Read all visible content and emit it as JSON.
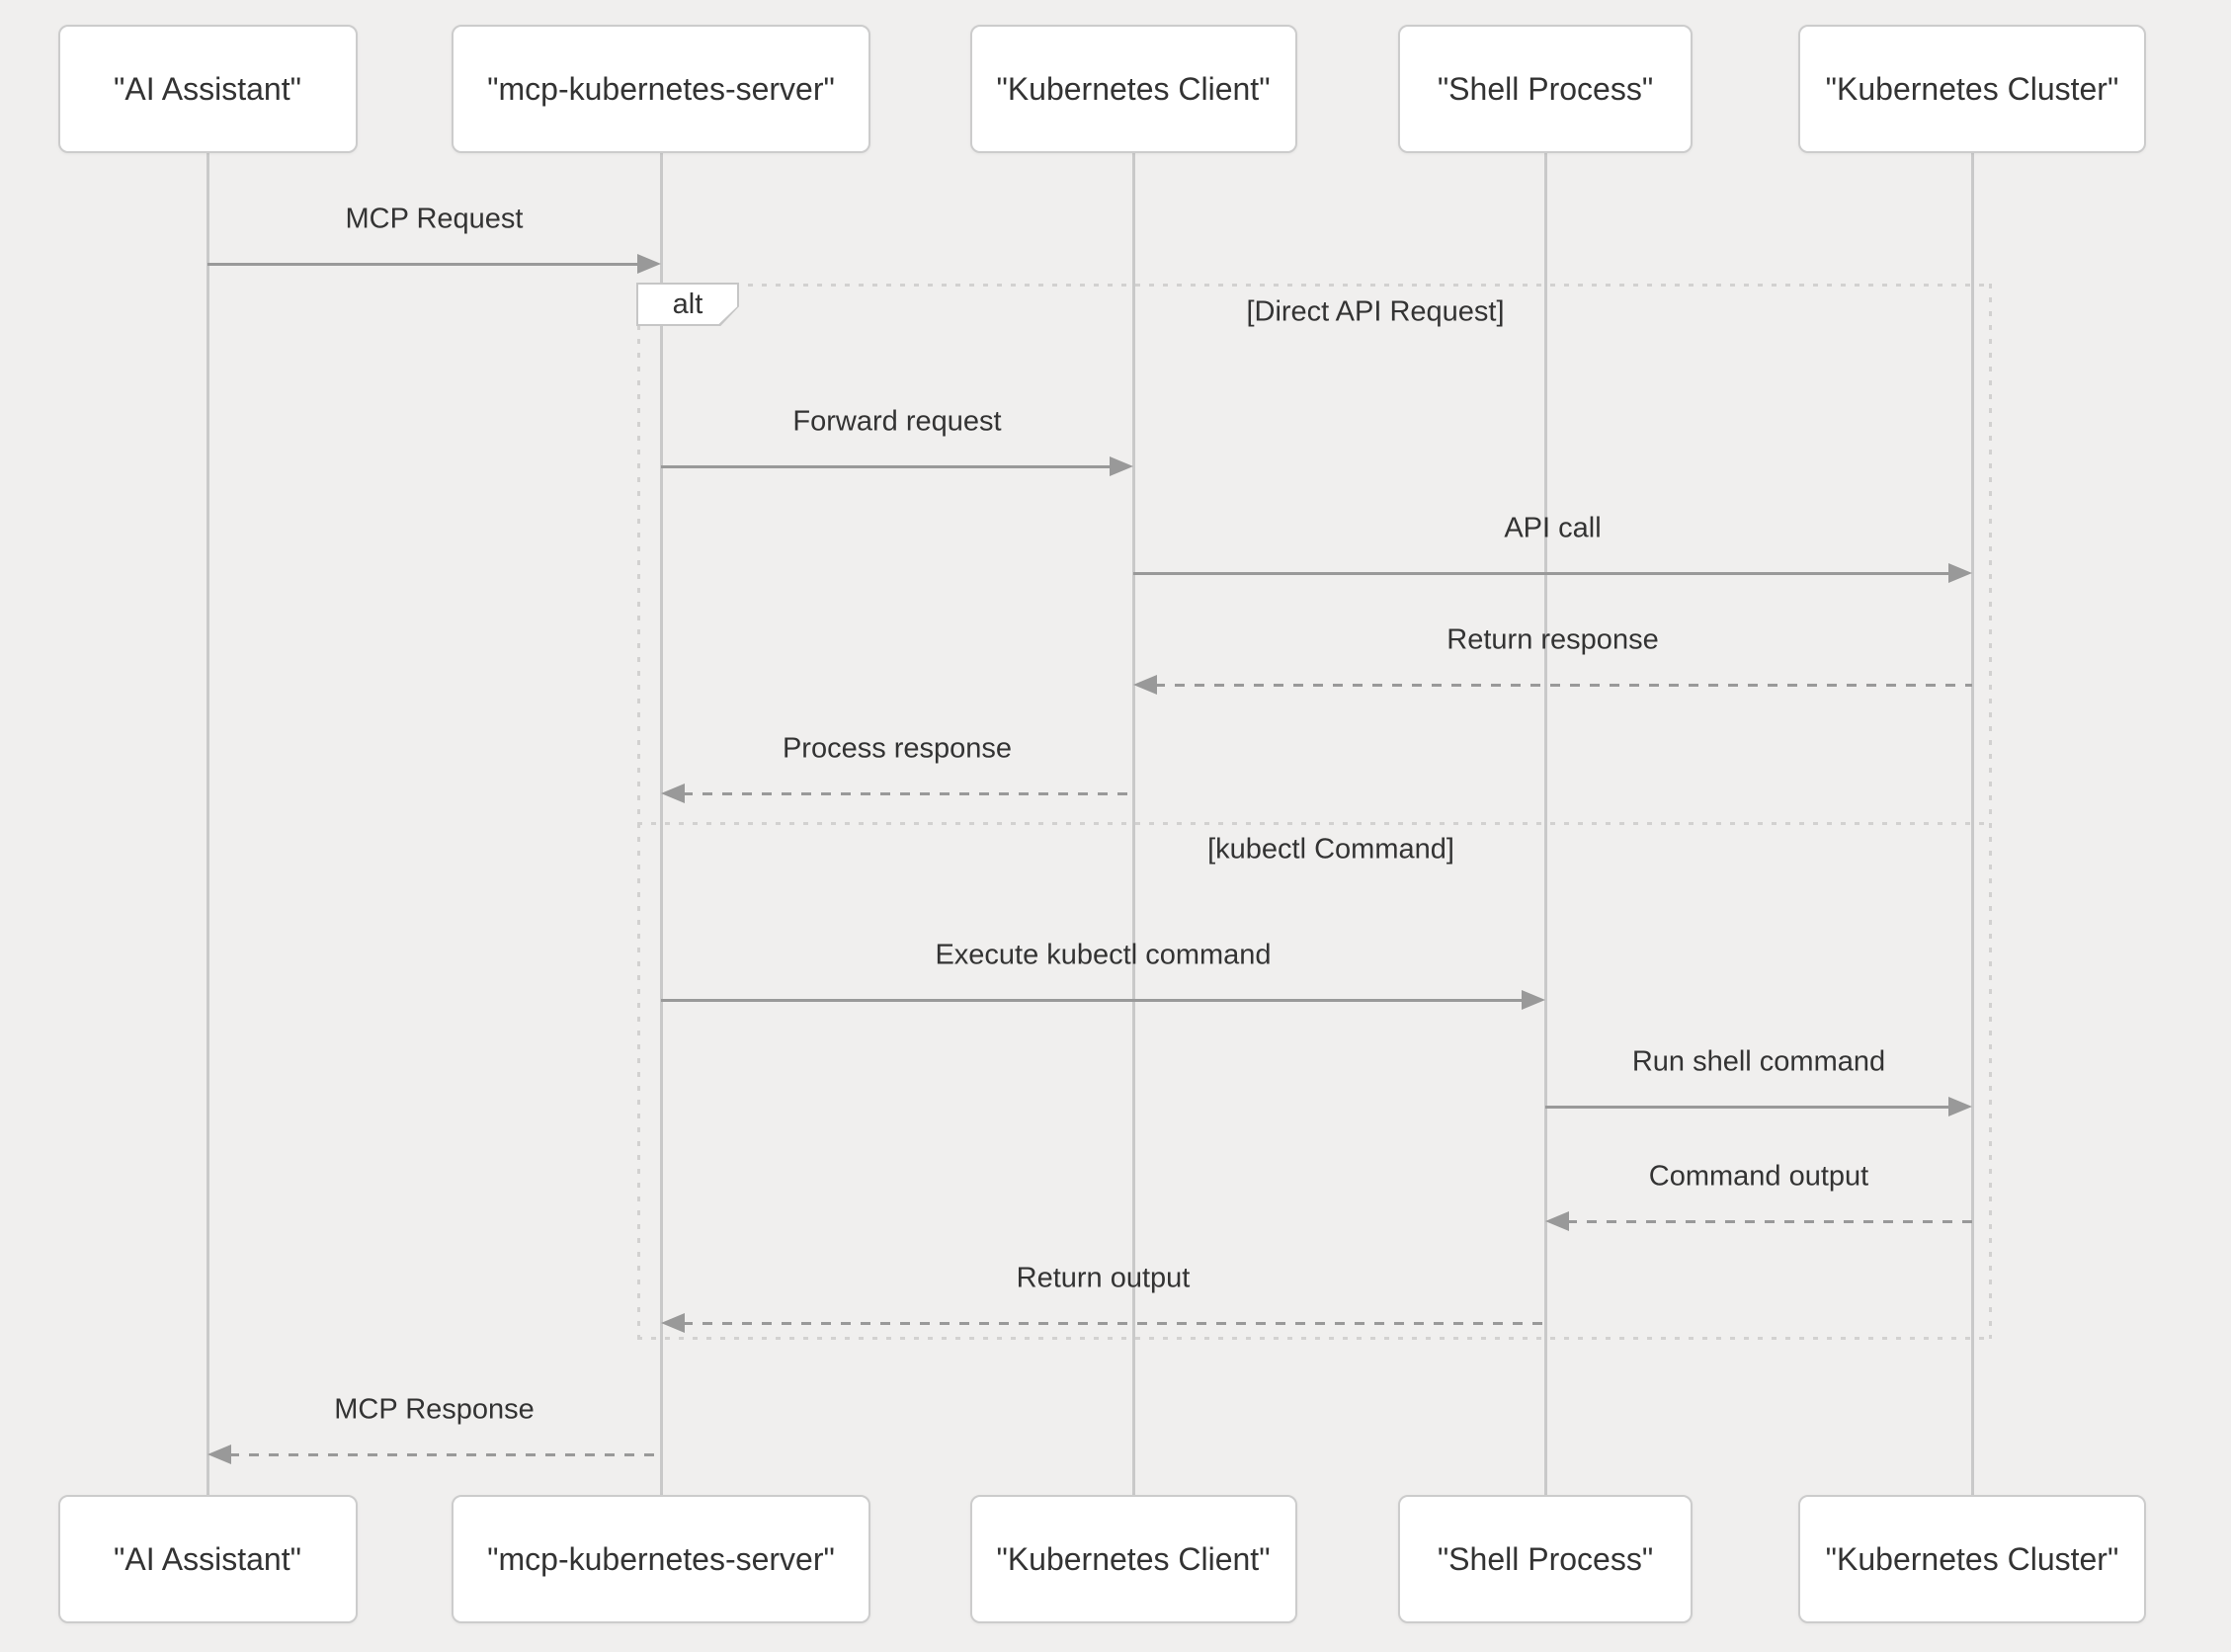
{
  "diagram": {
    "type": "sequence",
    "actors": [
      "\"AI Assistant\"",
      "\"mcp-kubernetes-server\"",
      "\"Kubernetes Client\"",
      "\"Shell Process\"",
      "\"Kubernetes Cluster\""
    ],
    "messages": [
      {
        "from": 0,
        "to": 1,
        "label": "MCP Request",
        "line": "solid"
      },
      {
        "from": 1,
        "to": 2,
        "label": "Forward request",
        "line": "solid"
      },
      {
        "from": 2,
        "to": 4,
        "label": "API call",
        "line": "solid"
      },
      {
        "from": 4,
        "to": 2,
        "label": "Return response",
        "line": "dashed"
      },
      {
        "from": 2,
        "to": 1,
        "label": "Process response",
        "line": "dashed"
      },
      {
        "from": 1,
        "to": 3,
        "label": "Execute kubectl command",
        "line": "solid"
      },
      {
        "from": 3,
        "to": 4,
        "label": "Run shell command",
        "line": "solid"
      },
      {
        "from": 4,
        "to": 3,
        "label": "Command output",
        "line": "dashed"
      },
      {
        "from": 3,
        "to": 1,
        "label": "Return output",
        "line": "dashed"
      },
      {
        "from": 1,
        "to": 0,
        "label": "MCP Response",
        "line": "dashed"
      }
    ],
    "frame": {
      "label": "alt",
      "sections": [
        "[Direct API Request]",
        "[kubectl Command]"
      ]
    },
    "colors": {
      "background": "#f0efee",
      "actor_fill": "#ffffff",
      "actor_border": "#cccccc",
      "lifeline": "#c9c9c9",
      "arrow": "#999999",
      "frame_border": "#d2d1d0",
      "text": "#333333"
    }
  }
}
